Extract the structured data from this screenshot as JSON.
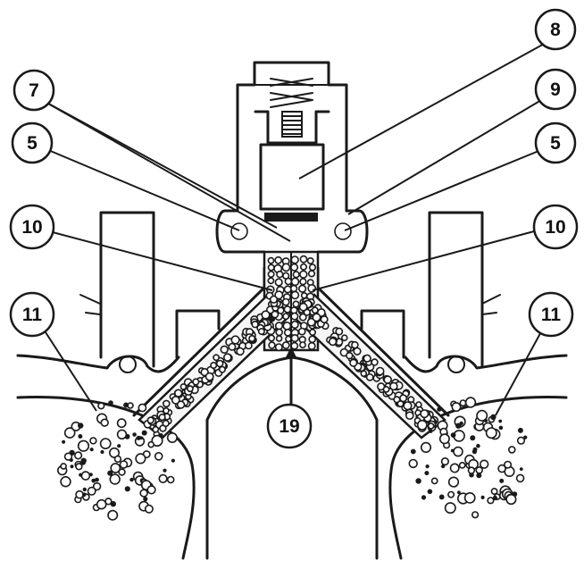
{
  "diagram": {
    "callouts": [
      {
        "id": "c8",
        "label": "8"
      },
      {
        "id": "c7",
        "label": "7"
      },
      {
        "id": "c9",
        "label": "9"
      },
      {
        "id": "c5l",
        "label": "5"
      },
      {
        "id": "c5r",
        "label": "5"
      },
      {
        "id": "c10l",
        "label": "10"
      },
      {
        "id": "c10r",
        "label": "10"
      },
      {
        "id": "c11l",
        "label": "11"
      },
      {
        "id": "c11r",
        "label": "11"
      },
      {
        "id": "c19",
        "label": "19"
      }
    ]
  },
  "colors": {
    "ink": "#1a1a1a",
    "paper": "#ffffff"
  }
}
